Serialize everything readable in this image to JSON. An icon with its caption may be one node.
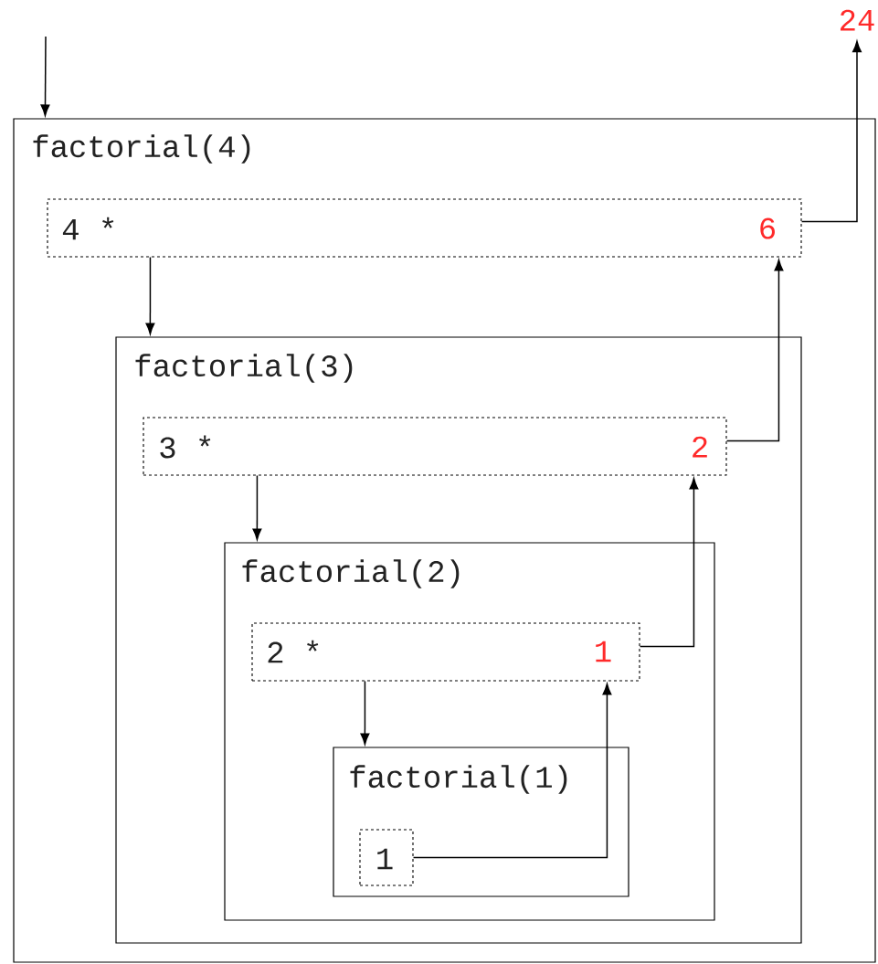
{
  "diagram": {
    "nodes": [
      {
        "text": [
          "factorial(4)"
        ]
      },
      {
        "text": [
          "4 *",
          "6"
        ],
        "in": 0
      },
      {
        "text": [
          "factorial(3)"
        ],
        "in": 0
      },
      {
        "text": [
          "3 *",
          "2"
        ],
        "in": 2
      },
      {
        "text": [
          "factorial(2)"
        ],
        "in": 2
      },
      {
        "text": [
          "2 *",
          "1"
        ],
        "in": 4
      },
      {
        "text": [
          "factorial(1)"
        ],
        "in": 4
      },
      {
        "text": [
          "1"
        ],
        "in": 6
      },
      {
        "text": [
          "24"
        ]
      }
    ],
    "edges": [
      {
        "from": null,
        "to": 0,
        "arrow": "to"
      },
      {
        "from": 1,
        "to": 2,
        "arrow": "to"
      },
      {
        "from": 3,
        "to": 4,
        "arrow": "to"
      },
      {
        "from": 5,
        "to": 6,
        "arrow": "to"
      },
      {
        "from": 7,
        "to": 5,
        "arrow": "to"
      },
      {
        "from": 5,
        "to": 3,
        "arrow": "to"
      },
      {
        "from": 3,
        "to": 1,
        "arrow": "to"
      },
      {
        "from": 1,
        "to": 8,
        "arrow": "to"
      }
    ]
  }
}
